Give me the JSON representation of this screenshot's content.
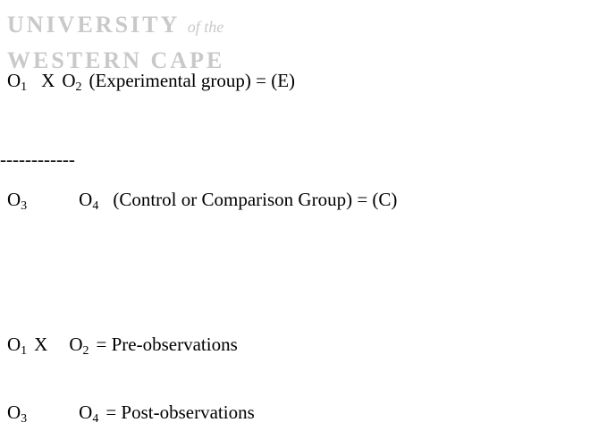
{
  "watermark": {
    "line1_main": "UNIVERSITY",
    "line1_tail": "of the",
    "line2": "WESTERN CAPE"
  },
  "design": {
    "exp_row": {
      "o1": "O",
      "o1_sub": "1",
      "x": "X",
      "o2": "O",
      "o2_sub": "2",
      "label": "(Experimental group) = (E)"
    },
    "divider": "------------",
    "ctrl_row": {
      "o3": "O",
      "o3_sub": "3",
      "o4": "O",
      "o4_sub": "4",
      "label": "(Control or Comparison Group) = (C)"
    }
  },
  "legend": {
    "pre": {
      "o1": "O",
      "o1_sub": "1",
      "x": "X",
      "o2": "O",
      "o2_sub": "2",
      "text": "= Pre-observations"
    },
    "post": {
      "o3": "O",
      "o3_sub": "3",
      "o4": "O",
      "o4_sub": "4",
      "text": "= Post-observations"
    }
  }
}
